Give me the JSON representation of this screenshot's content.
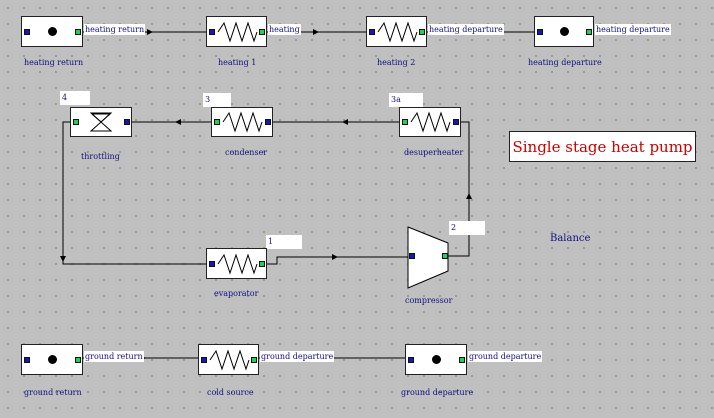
{
  "title": "Single stage heat pump",
  "balance_label": "Balance",
  "components": {
    "heating_return_source": {
      "caption": "heating return",
      "port_label": "heating return"
    },
    "heating_1": {
      "caption": "heating 1",
      "port_label": "heating"
    },
    "heating_2": {
      "caption": "heating 2",
      "port_label": "heating departure"
    },
    "heating_departure_sink": {
      "caption": "heating departure",
      "port_label": "heating departure"
    },
    "throttling": {
      "caption": "throttling",
      "number": "4"
    },
    "condenser": {
      "caption": "condenser",
      "number": "3"
    },
    "desuperheater": {
      "caption": "desuperheater",
      "number": "3a"
    },
    "evaporator": {
      "caption": "evaporator",
      "number": "1"
    },
    "compressor": {
      "caption": "compressor",
      "number": "2"
    },
    "ground_return_source": {
      "caption": "ground return",
      "port_label": "ground return"
    },
    "cold_source": {
      "caption": "cold source",
      "port_label": "ground departure"
    },
    "ground_departure_sink": {
      "caption": "ground departure",
      "port_label": "ground departure"
    }
  },
  "colors": {
    "background": "#c0c0c0",
    "title": "#cc0000",
    "text": "#101080",
    "inlet_port": "#1717b0",
    "outlet_port": "#1fcf5a"
  },
  "icons": [
    "source-icon",
    "heat-exchanger-icon",
    "throttle-valve-icon",
    "compressor-icon",
    "sink-icon"
  ]
}
